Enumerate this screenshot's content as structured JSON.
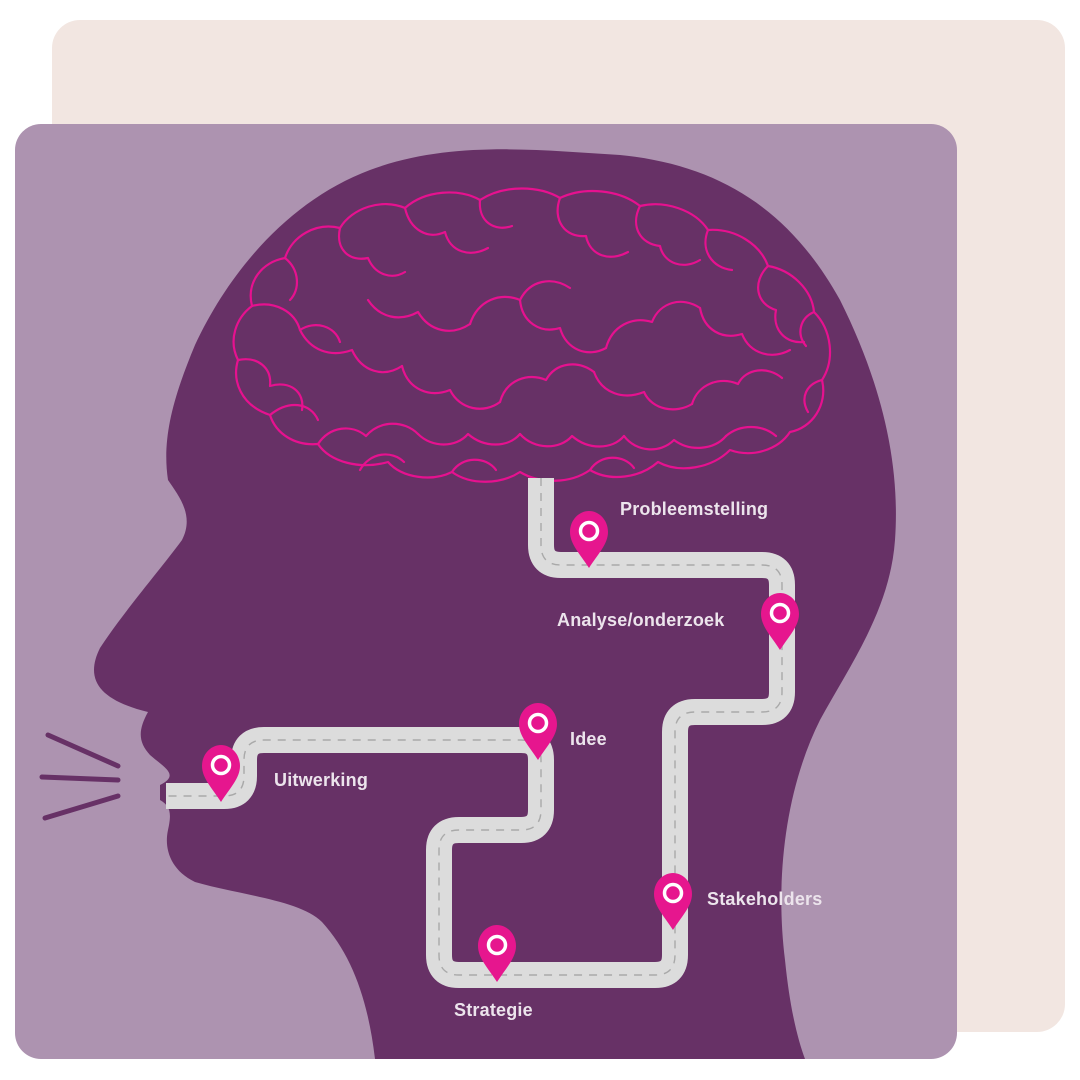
{
  "colors": {
    "back_card": "#f2e6e1",
    "front_card": "#ad93b0",
    "head": "#673166",
    "brain": "#e6118f",
    "road": "#dcdcdc",
    "road_dash": "#a9a9a9",
    "pin": "#e6168e",
    "label": "#ece4ec",
    "speech_lines": "#673166"
  },
  "milestones": [
    {
      "id": "probleemstelling",
      "label": "Probleemstelling"
    },
    {
      "id": "analyse",
      "label": "Analyse/onderzoek"
    },
    {
      "id": "stakeholders",
      "label": "Stakeholders"
    },
    {
      "id": "strategie",
      "label": "Strategie"
    },
    {
      "id": "idee",
      "label": "Idee"
    },
    {
      "id": "uitwerking",
      "label": "Uitwerking"
    }
  ],
  "icons": {
    "pin": "map-pin-icon",
    "brain": "brain-icon",
    "speech": "speech-lines-icon"
  }
}
